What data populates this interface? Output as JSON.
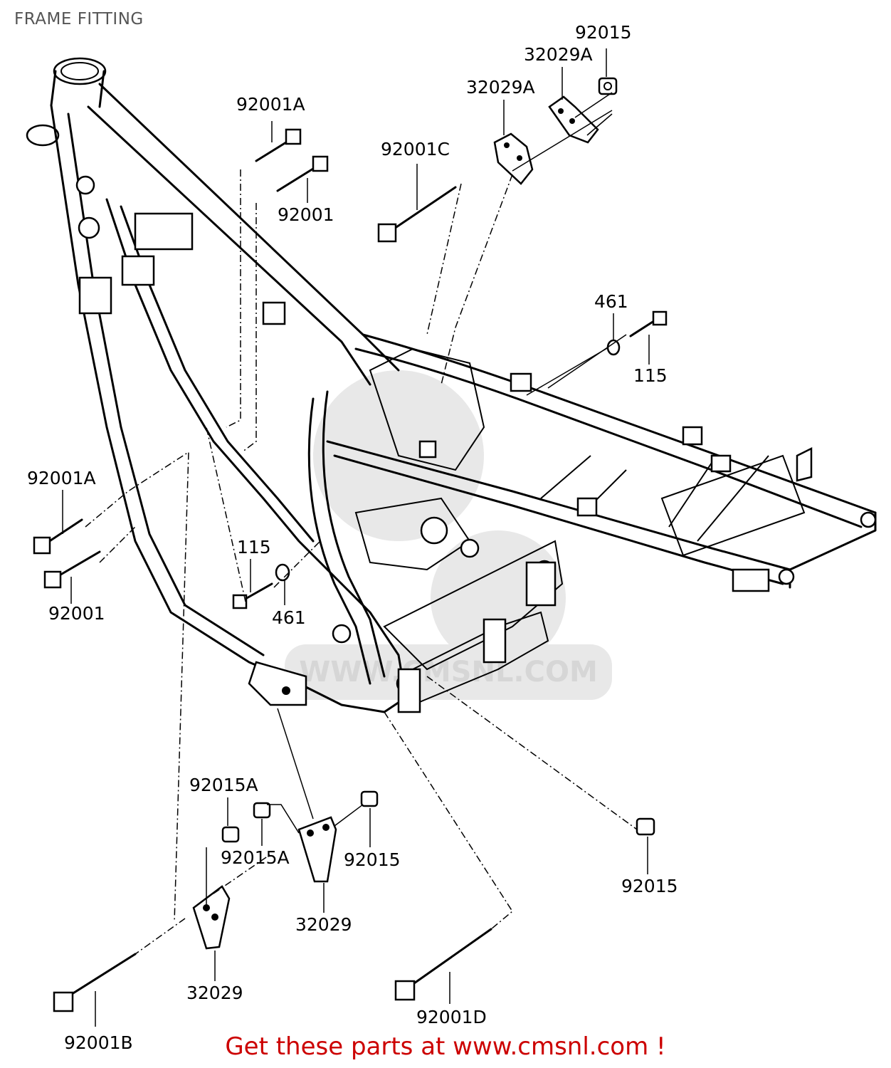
{
  "title": "FRAME FITTING",
  "footer": "Get these parts at www.cmsnl.com !",
  "watermark": "WWW.CMSNL.COM",
  "labels": {
    "p92015_top": "92015",
    "p32029A_a": "32029A",
    "p32029A_b": "32029A",
    "p92001A_top": "92001A",
    "p92001C": "92001C",
    "p92001_top": "92001",
    "p461_right": "461",
    "p115_right": "115",
    "p92001A_left": "92001A",
    "p92001_left": "92001",
    "p115_mid": "115",
    "p461_mid": "461",
    "p92015A_a": "92015A",
    "p92015A_b": "92015A",
    "p92015_mid": "92015",
    "p92015_right": "92015",
    "p32029_a": "32029",
    "p32029_b": "32029",
    "p92001D": "92001D",
    "p92001B": "92001B"
  }
}
